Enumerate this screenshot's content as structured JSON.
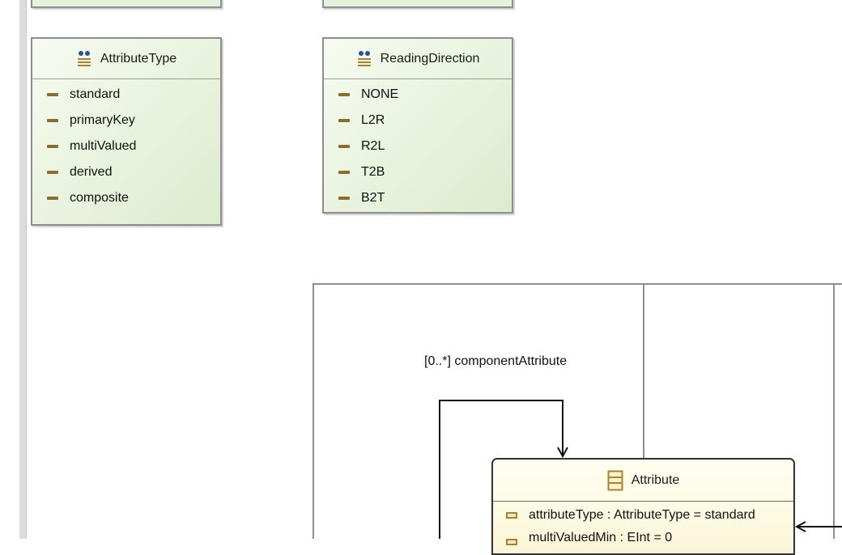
{
  "enums": [
    {
      "name": "AttributeType",
      "icon": "enumeration-icon",
      "literals": [
        "standard",
        "primaryKey",
        "multiValued",
        "derived",
        "composite"
      ]
    },
    {
      "name": "ReadingDirection",
      "icon": "enumeration-icon",
      "literals": [
        "NONE",
        "L2R",
        "R2L",
        "T2B",
        "B2T"
      ]
    }
  ],
  "reference": {
    "label": "[0..*] componentAttribute"
  },
  "class": {
    "name": "Attribute",
    "icon": "class-icon",
    "attributes": [
      "attributeType : AttributeType = standard",
      "multiValuedMin : EInt = 0"
    ]
  },
  "colors": {
    "enum_fill": "#e4efd6",
    "class_fill": "#fcf8df",
    "literal_icon": "#8a6d2c",
    "border": "#8e8e8e"
  }
}
